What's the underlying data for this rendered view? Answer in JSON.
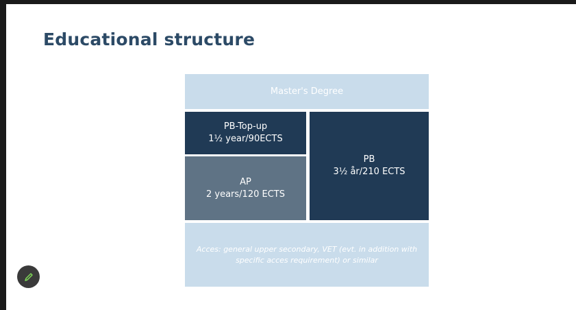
{
  "slide": {
    "title": "Educational structure"
  },
  "diagram": {
    "masters": "Master's Degree",
    "topup_line1": "PB-Top-up",
    "topup_line2": "1½ year/90ECTS",
    "ap_line1": "AP",
    "ap_line2": "2 years/120 ECTS",
    "pb_line1": "PB",
    "pb_line2": "3½ år/210 ECTS",
    "acces": "Acces: general upper secondary, VET (evt. in addition with specific acces requirement) or similar"
  },
  "toolbar": {
    "pen_icon": "pen-icon"
  },
  "colors": {
    "title": "#2c4a66",
    "light_box": "#c9dceb",
    "dark_box": "#203a55",
    "gray_box": "#5f7385"
  }
}
